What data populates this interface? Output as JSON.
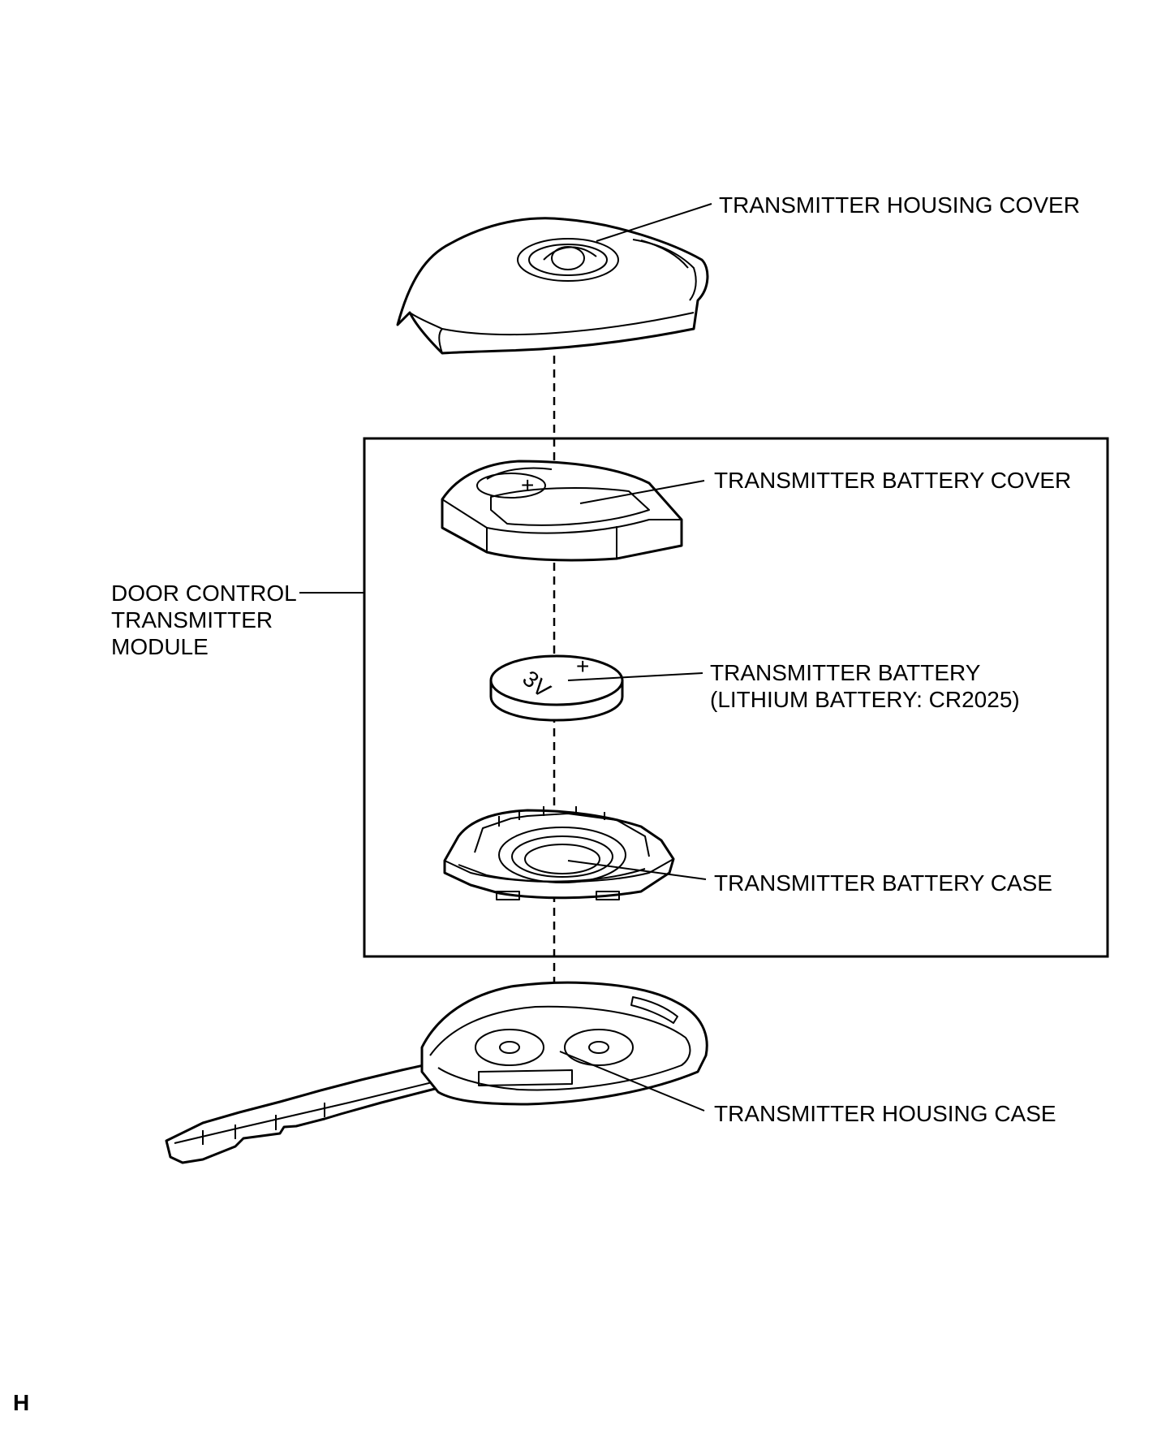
{
  "labels": {
    "housing_cover": "TRANSMITTER HOUSING COVER",
    "battery_cover": "TRANSMITTER BATTERY COVER",
    "module_line1": "DOOR CONTROL",
    "module_line2": "TRANSMITTER",
    "module_line3": "MODULE",
    "battery_line1": "TRANSMITTER BATTERY",
    "battery_line2": "(LITHIUM BATTERY: CR2025)",
    "battery_case": "TRANSMITTER BATTERY CASE",
    "housing_case": "TRANSMITTER HOUSING CASE",
    "corner_mark": "H"
  },
  "battery_marks": {
    "voltage": "3V",
    "polarity": "+"
  }
}
